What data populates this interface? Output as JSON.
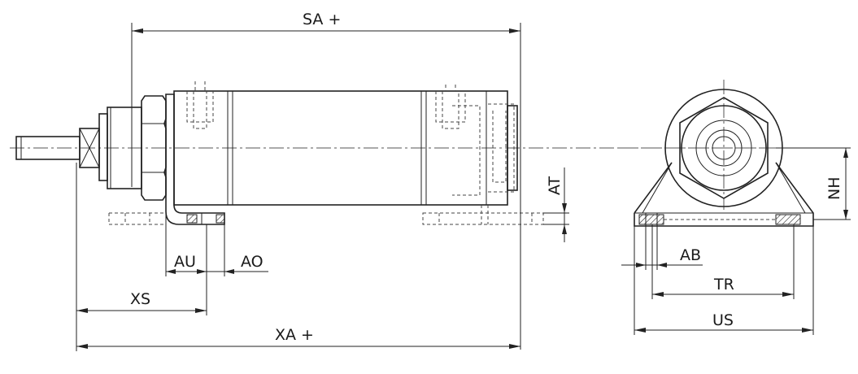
{
  "dimensions": {
    "sa": "SA  +",
    "xa": "XA  +",
    "xs": "XS",
    "au": "AU",
    "ao": "AO",
    "at": "AT",
    "nh": "NH",
    "ab": "AB",
    "tr": "TR",
    "us": "US"
  },
  "colors": {
    "line": "#222222",
    "background": "#ffffff"
  }
}
